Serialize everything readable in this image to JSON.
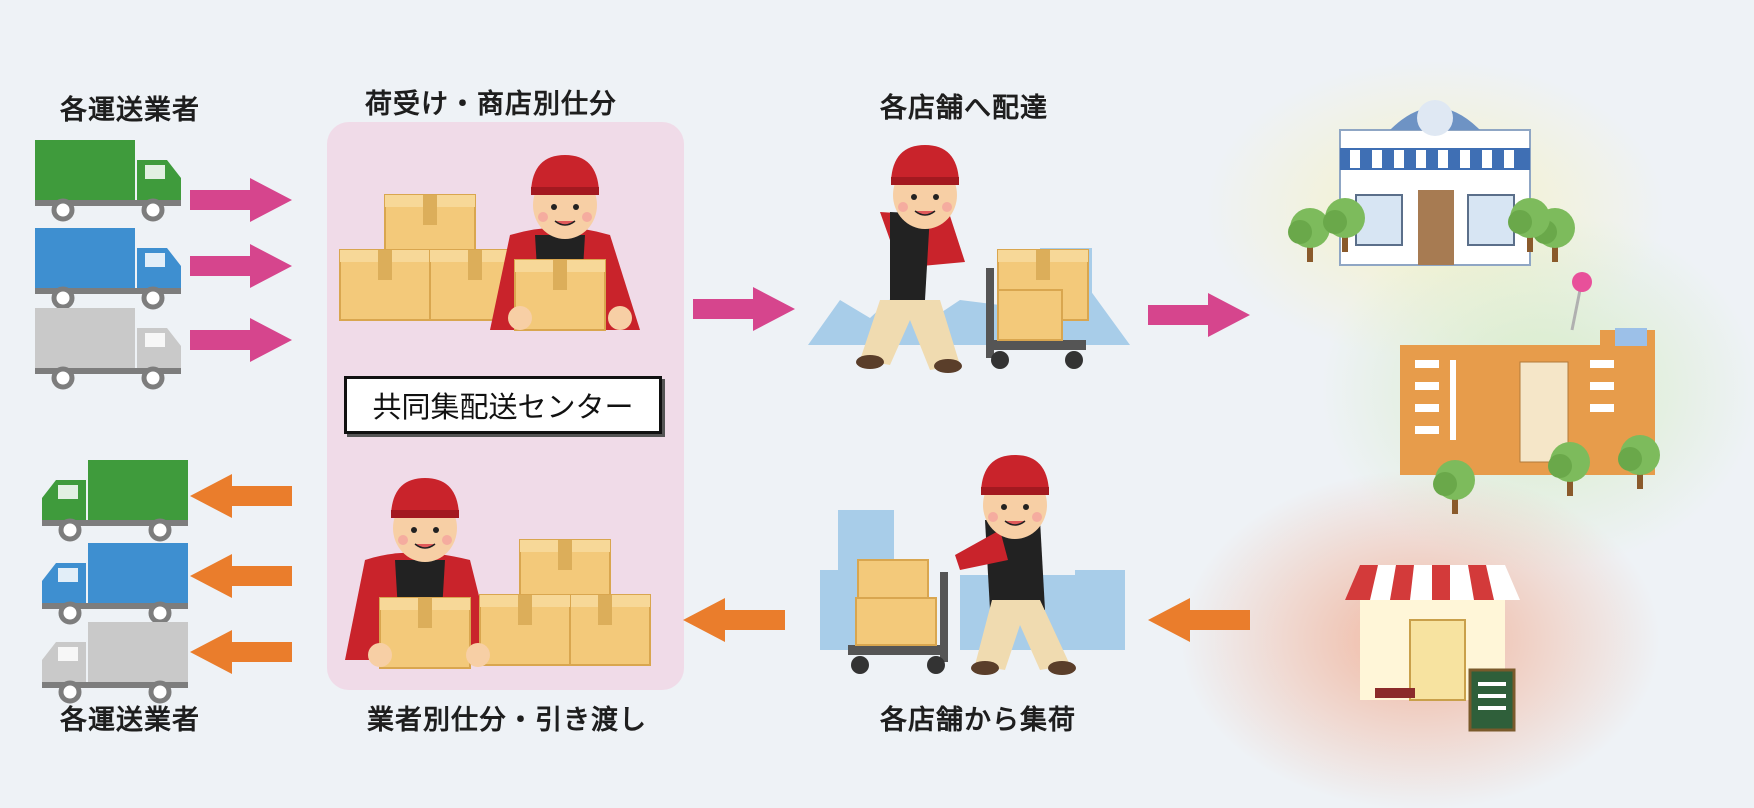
{
  "labels": {
    "carriers_top": "各運送業者",
    "receiving": "荷受け・商店別仕分",
    "delivery": "各店舗へ配達",
    "carriers_bottom": "各運送業者",
    "sorting_handover": "業者別仕分・引き渡し",
    "pickup": "各店舗から集荷"
  },
  "center_name": "共同集配送センター",
  "colors": {
    "background": "#eef2f6",
    "center_box": "#f0dbe8",
    "arrow_in": "#d6458d",
    "arrow_out": "#ea7d2c",
    "truck_green": "#3f9b3c",
    "truck_blue": "#3e8fd0",
    "truck_gray": "#c9c9c9",
    "cap_red": "#c9232b",
    "box_tan": "#f3c97a"
  },
  "icons": [
    "truck-icon",
    "arrow-right-icon",
    "arrow-left-icon",
    "worker-icon",
    "cardboard-box-icon",
    "hand-cart-icon",
    "city-skyline-icon",
    "clothing-store-icon",
    "shopping-mall-icon",
    "cafe-icon",
    "tree-icon"
  ]
}
